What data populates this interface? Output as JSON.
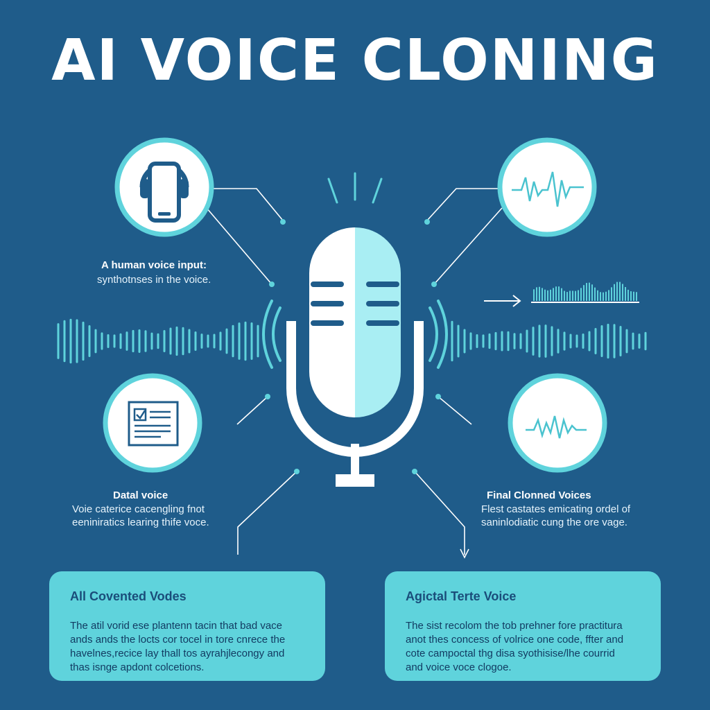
{
  "header": {
    "title": "AI VOICE CLONING"
  },
  "labels": {
    "input": {
      "head": "A human voice input:",
      "body": "synthotnses in the voice."
    },
    "data": {
      "head": "Datal voice",
      "body": [
        "Voie caterice cacengling fnot",
        "eeniniratics learing thife voce."
      ]
    },
    "final": {
      "head": "Final Clonned Voices",
      "body": [
        "Flest castates emicating ordel of",
        "saninlodiatic cung the ore vage."
      ]
    }
  },
  "cards": {
    "left": {
      "title": "All Covented Vodes",
      "lines": [
        "The atil vorid ese plantenn tacin that bad vace",
        "ands ands the locts cor tocel in tore cnrece the",
        "havelnes,recice lay thall tos ayrahjlecongy and",
        "thas isnge apdont colcetions."
      ]
    },
    "right": {
      "title": "Agictal Terte Voice",
      "lines": [
        "The sist recolom the tob prehner fore practitura",
        "anot thes concess of volrice one code, ffter and",
        "cote campoctal thg disa syothisise/lhe courrid",
        "and voice voce clogoe."
      ]
    }
  },
  "icons": {
    "phone": "phone-with-headphones-icon",
    "doc": "document-checklist-icon",
    "wave1": "waveform-icon",
    "wave2": "waveform-icon",
    "mic": "microphone-icon",
    "arrow": "right-arrow-icon"
  },
  "colors": {
    "background": "#1f5c8a",
    "accent": "#5fd3dc",
    "line": "#7ee0ea",
    "white": "#ffffff"
  }
}
